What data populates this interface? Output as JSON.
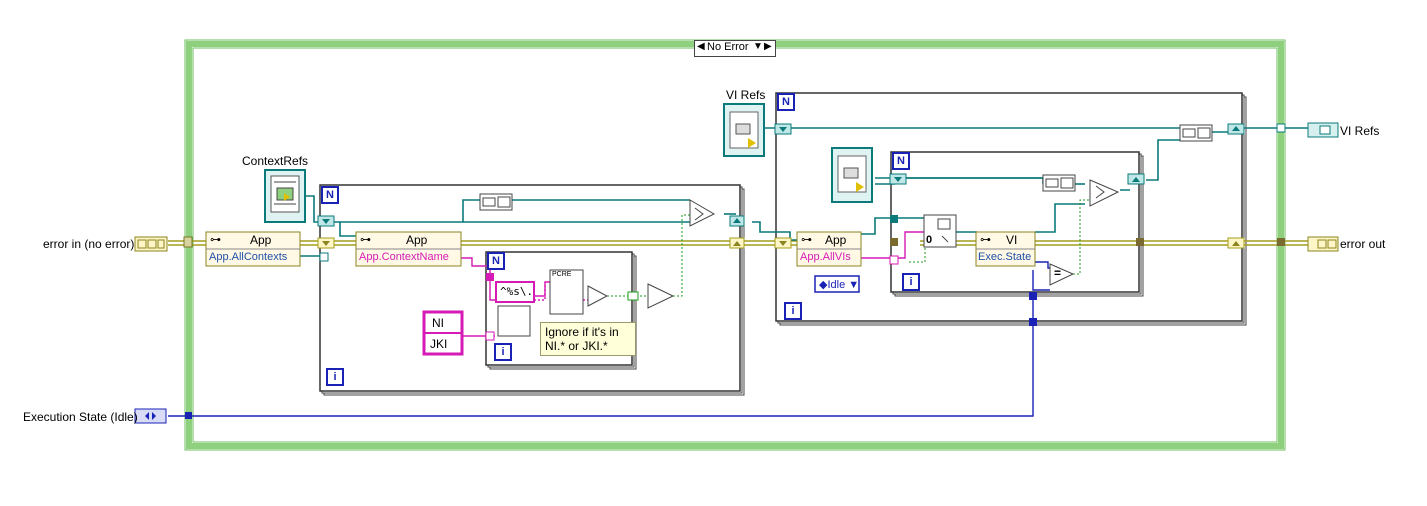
{
  "case_selector": {
    "value": "No Error"
  },
  "labels": {
    "error_in": "error in (no error)",
    "error_out": "error out",
    "execution_state": "Execution State (Idle)",
    "context_refs": "ContextRefs",
    "vi_refs_in": "VI Refs",
    "vi_refs_out": "VI Refs"
  },
  "loops": {
    "outer_left_n": "N",
    "outer_left_i": "i",
    "inner_left_n": "N",
    "inner_left_i": "i",
    "outer_right_n": "N",
    "outer_right_i": "i",
    "inner_right_n": "N",
    "inner_right_i": "i"
  },
  "nodes": {
    "app_node_1": {
      "title": "App",
      "property": "App.AllContexts"
    },
    "app_node_2": {
      "title": "App",
      "property": "App.ContextName"
    },
    "app_node_3": {
      "title": "App",
      "property": "App.AllVIs"
    },
    "vi_node": {
      "title": "VI",
      "property": "Exec.State"
    },
    "format_string": "^%s\\.",
    "pcre_label": "PCRE",
    "string_array": [
      "NI",
      "JKI"
    ],
    "idle_enum": "Idle",
    "zero_const": "0",
    "equal_symbol": "="
  },
  "comment": "Ignore if it's in NI.* or JKI.*",
  "colors": {
    "case_border": "#5fba4f",
    "error_wire": "#a39e1a",
    "ref_wire": "#0b7a7a",
    "enum_wire": "#1a22b6",
    "string_wire": "#d61ab5",
    "bool_wire": "#00a000"
  }
}
